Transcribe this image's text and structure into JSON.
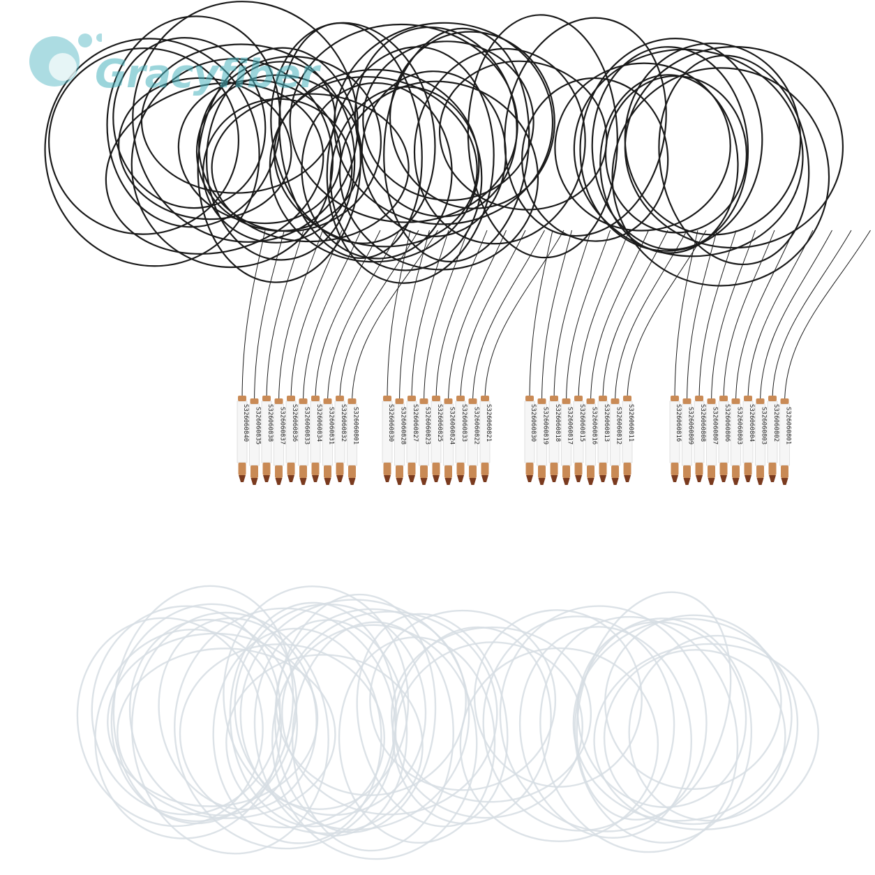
{
  "watermark": {
    "text": "Gracyfiber",
    "color": "#48b2be"
  },
  "colors": {
    "fiber_black": "#1a1a1a",
    "fiber_clear": "#d6dde3",
    "ferrule_copper": "#c98a55",
    "ferrule_tip": "#7a3a1e",
    "label_white": "#f6f6f6"
  },
  "fiber_groups": [
    {
      "labels": [
        "S326060840",
        "S326060835",
        "S326060838",
        "S326060837",
        "S326060836",
        "S326060833",
        "S326060834",
        "S326060831",
        "S326060832",
        "S326060801"
      ]
    },
    {
      "labels": [
        "S326060830",
        "S326060828",
        "S326060827",
        "S326060823",
        "S326060825",
        "S326060824",
        "S326060833",
        "S326060822",
        "S326060821"
      ]
    },
    {
      "labels": [
        "S326060830",
        "S326060819",
        "S326060818",
        "S326060817",
        "S326060815",
        "S326060816",
        "S326060813",
        "S326060812",
        "S326060811"
      ]
    },
    {
      "labels": [
        "S326060816",
        "S326060809",
        "S326060808",
        "S326060807",
        "S326060806",
        "S326060803",
        "S326060804",
        "S326060803",
        "S326060802",
        "S326060801"
      ]
    }
  ]
}
